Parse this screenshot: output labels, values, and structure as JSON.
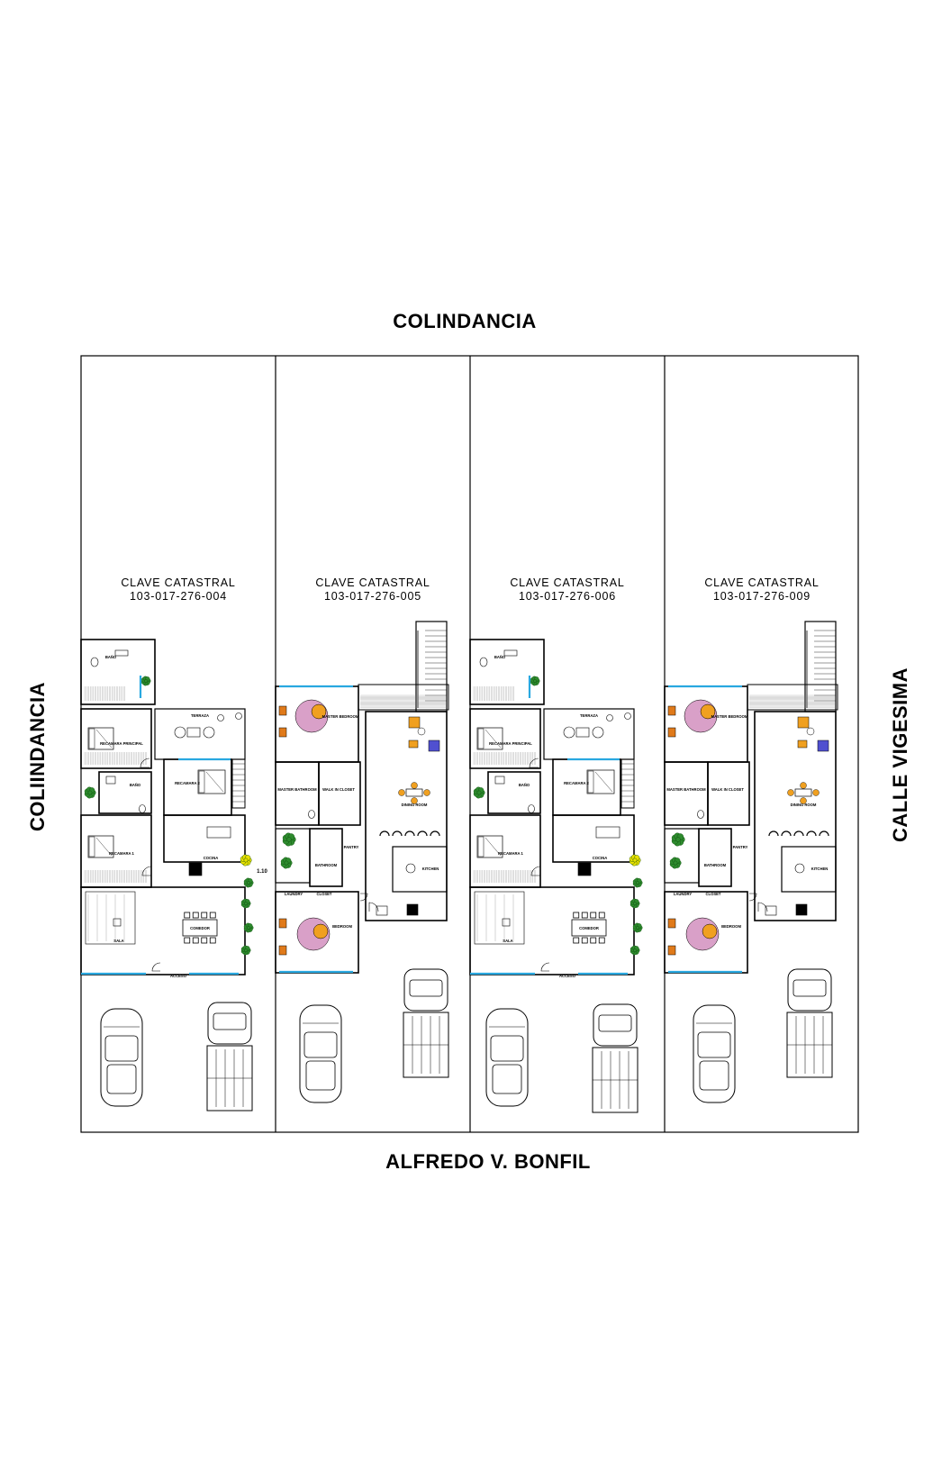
{
  "streets": {
    "north": "COLINDANCIA",
    "south": "ALFREDO V. BONFIL",
    "west": "COLIINDANCIA",
    "east": "CALLE VIGESIMA"
  },
  "lots": [
    {
      "label": "CLAVE  CATASTRAL",
      "code": "103-017-276-004"
    },
    {
      "label": "CLAVE  CATASTRAL",
      "code": "103-017-276-005"
    },
    {
      "label": "CLAVE  CATASTRAL",
      "code": "103-017-276-006"
    },
    {
      "label": "CLAVE  CATASTRAL",
      "code": "103-017-276-009"
    }
  ],
  "plan_labels": {
    "a": [
      "BAÑO",
      "RECAMARA PRINCIPAL",
      "TERRAZA",
      "RECAMARA 2",
      "BAÑO",
      "RECAMARA 1",
      "COCINA",
      "COMEDOR",
      "SALA",
      "ACCESO"
    ],
    "b": [
      "MASTER BEDROOM",
      "MASTER BATHROOM",
      "WALK IN CLOSET",
      "DINING ROOM",
      "KITCHEN",
      "BEDROOM",
      "BATHROOM",
      "PANTRY",
      "CLOSET",
      "LAUNDRY"
    ]
  },
  "dimension_label": "1.10",
  "colors": {
    "line": "#000000",
    "window": "#29a8e0",
    "plant": "#2e8b2e",
    "plant_yellow": "#e8e000",
    "rug": "#d9a0c8",
    "rug_orange": "#f0a020",
    "chair": "#e07a1a",
    "seat_blue": "#5050d0"
  }
}
